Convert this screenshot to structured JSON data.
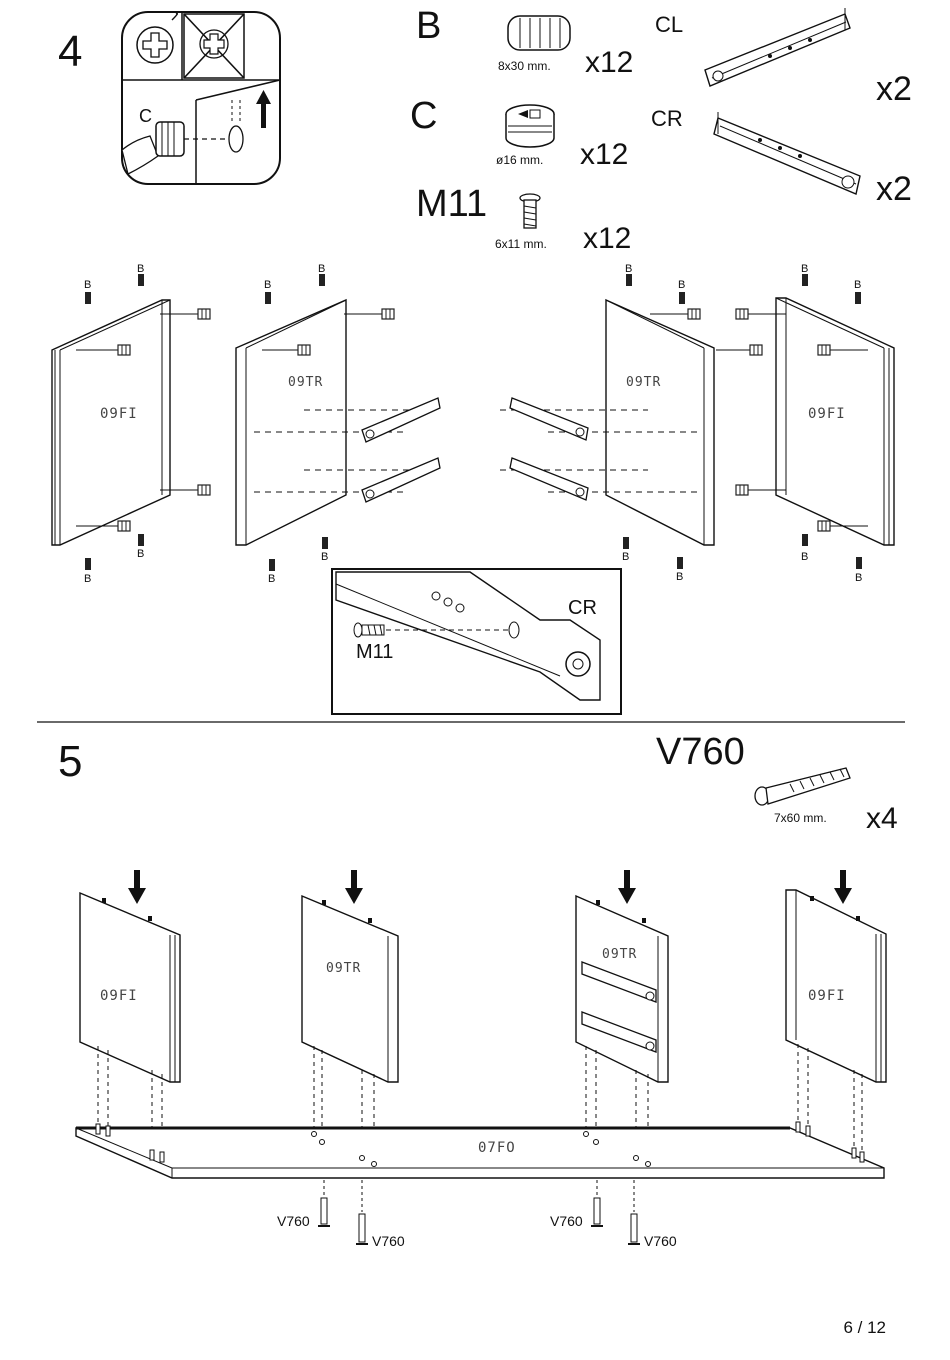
{
  "page": {
    "number": "6 / 12"
  },
  "step4": {
    "number": "4",
    "detail_label": "C",
    "parts": [
      {
        "code": "B",
        "size": "8x30 mm.",
        "qty": "x12"
      },
      {
        "code": "C",
        "size": "ø16 mm.",
        "qty": "x12"
      },
      {
        "code": "M11",
        "size": "6x11 mm.",
        "qty": "x12"
      },
      {
        "code": "CL",
        "qty": "x2"
      },
      {
        "code": "CR",
        "qty": "x2"
      }
    ],
    "panel_labels": [
      "09FI",
      "09TR",
      "09TR",
      "09FI"
    ],
    "dowel_label": "B",
    "inset": {
      "rail_label": "CR",
      "screw_label": "M11"
    }
  },
  "step5": {
    "number": "5",
    "part": {
      "code": "V760",
      "size": "7x60 mm.",
      "qty": "x4"
    },
    "panel_labels": [
      "09FI",
      "09TR",
      "09TR",
      "09FI"
    ],
    "base_label": "07FO",
    "screw_label": "V760"
  },
  "colors": {
    "line": "#111111",
    "accent": "#000000"
  }
}
